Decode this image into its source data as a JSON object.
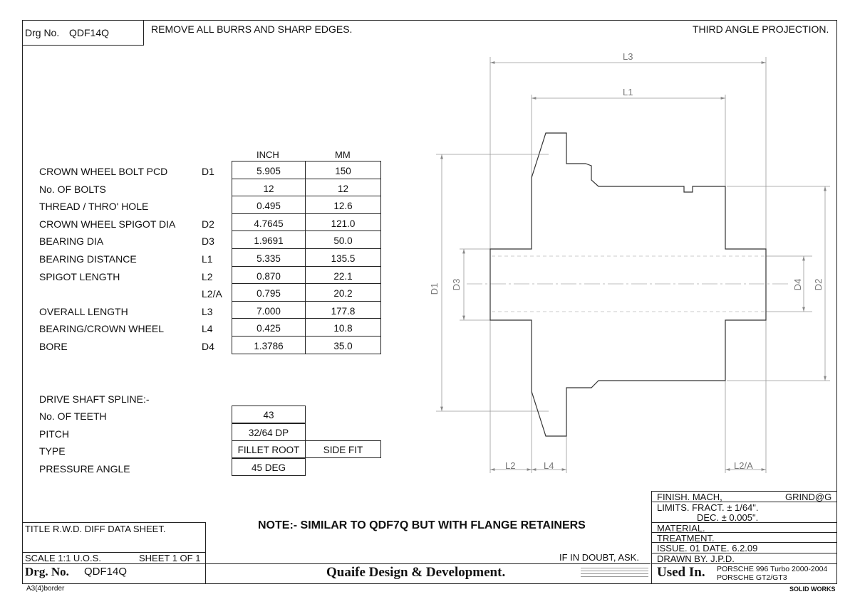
{
  "header": {
    "drg_no_label": "Drg No.",
    "drg_no": "QDF14Q",
    "note_top": "REMOVE ALL BURRS AND SHARP EDGES.",
    "projection": "THIRD ANGLE PROJECTION."
  },
  "table": {
    "col_inch": "INCH",
    "col_mm": "MM",
    "rows": [
      {
        "label": "CROWN WHEEL BOLT PCD",
        "code": "D1",
        "inch": "5.905",
        "mm": "150"
      },
      {
        "label": "No. OF BOLTS",
        "code": "",
        "inch": "12",
        "mm": "12"
      },
      {
        "label": "THREAD / THRO' HOLE",
        "code": "",
        "inch": "0.495",
        "mm": "12.6"
      },
      {
        "label": "CROWN WHEEL SPIGOT DIA",
        "code": "D2",
        "inch": "4.7645",
        "mm": "121.0"
      },
      {
        "label": "BEARING DIA",
        "code": "D3",
        "inch": "1.9691",
        "mm": "50.0"
      },
      {
        "label": "BEARING DISTANCE",
        "code": "L1",
        "inch": "5.335",
        "mm": "135.5"
      },
      {
        "label": "SPIGOT LENGTH",
        "code": "L2",
        "inch": "0.870",
        "mm": "22.1"
      },
      {
        "label": "",
        "code": "L2/A",
        "inch": "0.795",
        "mm": "20.2"
      },
      {
        "label": "OVERALL LENGTH",
        "code": "L3",
        "inch": "7.000",
        "mm": "177.8"
      },
      {
        "label": "BEARING/CROWN WHEEL",
        "code": "L4",
        "inch": "0.425",
        "mm": "10.8"
      },
      {
        "label": "BORE",
        "code": "D4",
        "inch": "1.3786",
        "mm": "35.0"
      }
    ]
  },
  "spline": {
    "title": "DRIVE SHAFT SPLINE:-",
    "teeth_label": "No. OF TEETH",
    "teeth": "43",
    "pitch_label": "PITCH",
    "pitch": "32/64 DP",
    "type_label": "TYPE",
    "type_a": "FILLET ROOT",
    "type_b": "SIDE FIT",
    "pressure_label": "PRESSURE ANGLE",
    "pressure": "45 DEG"
  },
  "drawing": {
    "dims": {
      "l3": "L3",
      "l1": "L1",
      "l2": "L2",
      "l4": "L4",
      "l2a": "L2/A",
      "d1": "D1",
      "d3": "D3",
      "d4": "D4",
      "d2": "D2"
    }
  },
  "title_block": {
    "title": "TITLE  R.W.D. DIFF DATA SHEET.",
    "note": "NOTE:- SIMILAR TO QDF7Q BUT WITH FLANGE RETAINERS",
    "scale": "SCALE 1:1 U.O.S.",
    "sheet": "SHEET 1 OF 1",
    "drg_no_label": "Drg. No.",
    "drg_no": "QDF14Q",
    "company": "Quaife Design & Development.",
    "doubt": "IF IN DOUBT, ASK.",
    "finish_label": "FINISH. MACH,",
    "finish_value": "GRIND@G",
    "limits_fract": "LIMITS. FRACT.  ± 1/64\".",
    "limits_dec": "DEC.  ± 0.005\".",
    "material": "MATERIAL.",
    "treatment": "TREATMENT.",
    "issue": "ISSUE. 01   DATE. 6.2.09",
    "drawn_by": "DRAWN BY. J.P.D.",
    "used_in_label": "Used In.",
    "used_in_1": "PORSCHE 996 Turbo 2000-2004",
    "used_in_2": "PORSCHE GT2/GT3",
    "border_name": "A3(4)border",
    "software": "SOLID WORKS"
  }
}
